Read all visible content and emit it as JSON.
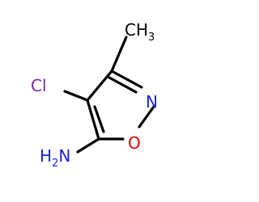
{
  "molecule": {
    "atoms": {
      "cl": {
        "label": "Cl",
        "color": "#7a2aa0"
      },
      "n": {
        "label": "N",
        "color": "#1f1fd6"
      },
      "o": {
        "label": "O",
        "color": "#e00000"
      },
      "methyl": {
        "label": "CH",
        "subscript": "3",
        "color": "#000000"
      },
      "amine": {
        "label": "H",
        "subscript": "2",
        "label_suffix": "N",
        "color": "#1f1fd6"
      }
    },
    "bond_color": "#000000"
  }
}
